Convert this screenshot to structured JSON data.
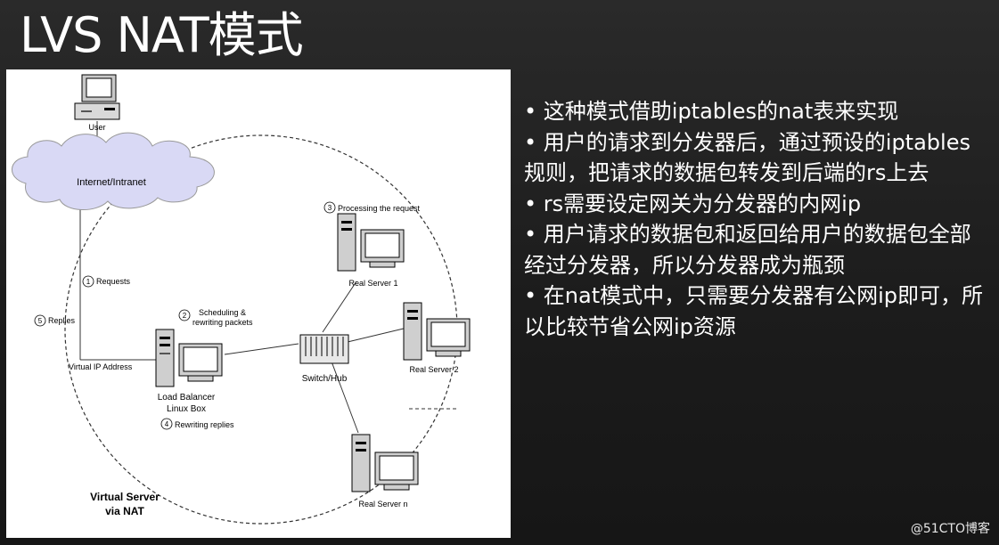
{
  "slide": {
    "title": "LVS NAT模式",
    "bullets": [
      "• 这种模式借助iptables的nat表来实现",
      "• 用户的请求到分发器后，通过预设的iptables规则，把请求的数据包转发到后端的rs上去",
      "• rs需要设定网关为分发器的内网ip",
      "• 用户请求的数据包和返回给用户的数据包全部经过分发器，所以分发器成为瓶颈",
      "• 在nat模式中，只需要分发器有公网ip即可，所以比较节省公网ip资源"
    ],
    "watermark": "@51CTO博客"
  },
  "diagram": {
    "user": "User",
    "cloud": "Internet/Intranet",
    "step1": "Requests",
    "step2_line1": "Scheduling &",
    "step2_line2": "rewriting packets",
    "step3": "Processing the request",
    "step4": "Rewriting replies",
    "step5": "Replies",
    "virtual_ip": "Virtual IP Address",
    "lb_line1": "Load Balancer",
    "lb_line2": "Linux Box",
    "switch": "Switch/Hub",
    "rs1": "Real Server 1",
    "rs2": "Real Server 2",
    "rsn": "Real Server n",
    "vs_line1": "Virtual Server",
    "vs_line2": "via NAT",
    "step_numbers": [
      "1",
      "2",
      "3",
      "4",
      "5"
    ]
  }
}
